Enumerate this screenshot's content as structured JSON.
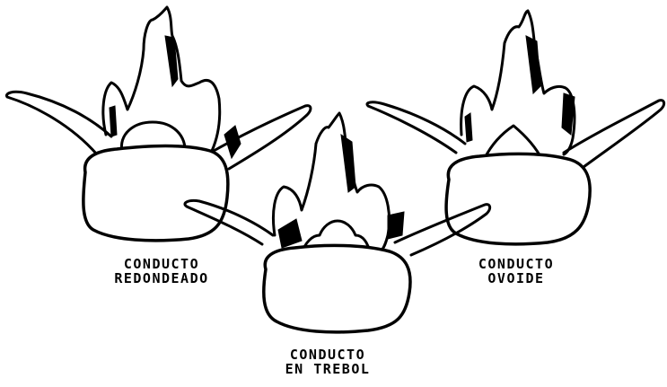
{
  "diagram": {
    "colors": {
      "ink": "#000000",
      "paper": "#ffffff"
    },
    "vertebrae": [
      {
        "id": "left",
        "caption": [
          "CONDUCTO",
          "REDONDEADO"
        ]
      },
      {
        "id": "center",
        "caption": [
          "CONDUCTO",
          "EN TREBOL"
        ]
      },
      {
        "id": "right",
        "caption": [
          "CONDUCTO",
          "OVOIDE"
        ]
      }
    ]
  }
}
